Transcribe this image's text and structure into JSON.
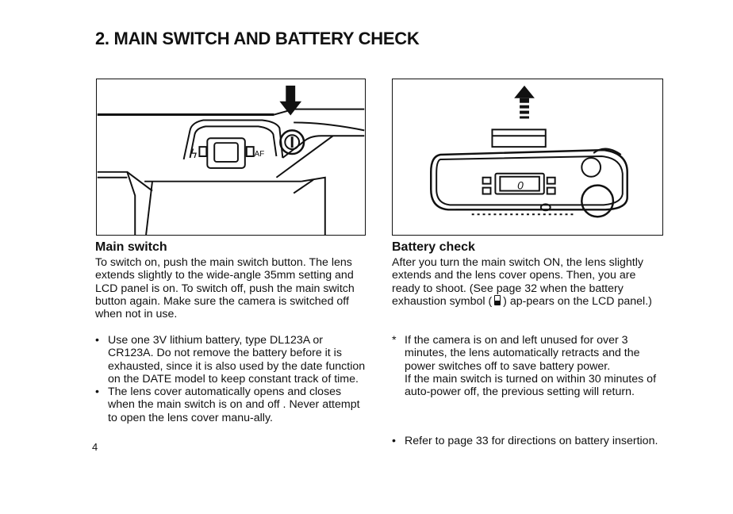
{
  "page": {
    "title": "2. MAIN SWITCH AND BATTERY CHECK",
    "number": "4"
  },
  "figures": {
    "left": {
      "labels": {
        "af": "AF"
      }
    },
    "right": {
      "labels": {
        "lcd_digit": "0"
      }
    }
  },
  "main_switch": {
    "heading": "Main switch",
    "body": "To switch on, push the main switch button. The lens extends slightly to the wide-angle 35mm setting and LCD panel is on. To switch off, push the main switch button again. Make sure the camera is switched off when not in use.",
    "bullets": [
      {
        "mark": "•",
        "text": "Use one 3V lithium battery, type DL123A or CR123A. Do not remove the battery before it is exhausted, since it is also used by the date function on the DATE model to keep constant track of time."
      },
      {
        "mark": "•",
        "text": "The lens cover automatically opens and closes when the main switch is on and off . Never attempt to open the lens cover manu-ally."
      }
    ]
  },
  "battery_check": {
    "heading": "Battery check",
    "body_before": "After you turn the main switch ON, the lens slightly extends and the lens cover opens. Then, you are ready to shoot. (See page 32 when the battery exhaustion symbol (",
    "body_after": ") ap-pears on the LCD panel.)",
    "note": {
      "mark": "*",
      "line1": "If the camera is on and left unused for over 3 minutes, the lens automatically retracts and the power switches off to save battery power.",
      "line2": "If the main switch is turned on within 30 minutes of auto-power off, the previous setting will return."
    },
    "bullets": [
      {
        "mark": "•",
        "text": "Refer to page 33 for directions on battery insertion."
      }
    ]
  }
}
